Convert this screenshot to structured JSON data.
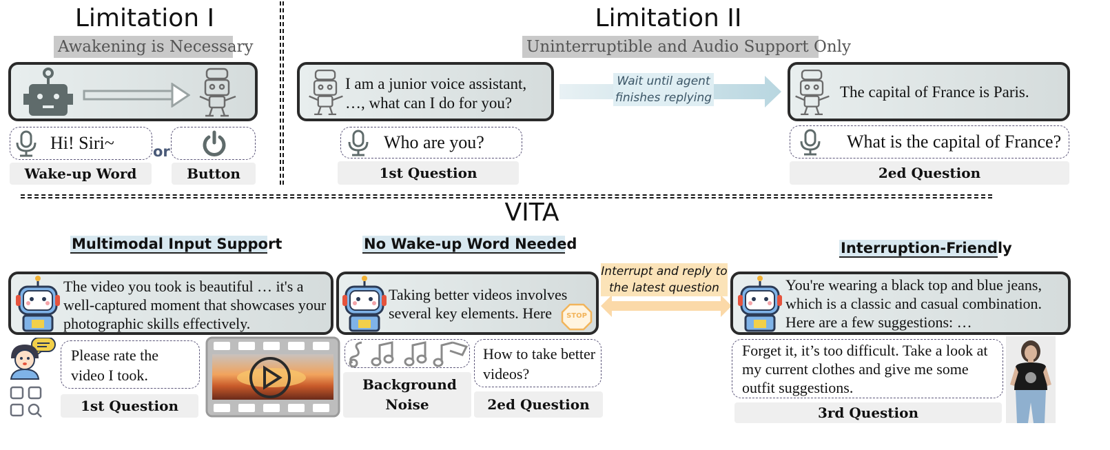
{
  "limitation1": {
    "title": "Limitation I",
    "subtitle": "Awakening is Necessary",
    "wake_text": "Hi! Siri~",
    "or_text": "or",
    "wake_label": "Wake-up Word",
    "button_label": "Button"
  },
  "limitation2": {
    "title": "Limitation II",
    "subtitle": "Uninterruptible and Audio Support Only",
    "agent_reply_1": "I am a junior voice assistant, …, what can I do for you?",
    "question_1": "Who are you?",
    "label_1": "1st Question",
    "wait_note": "Wait until agent finishes replying",
    "agent_reply_2": "The capital of France is Paris.",
    "question_2": "What is the capital of France?",
    "label_2": "2ed Question"
  },
  "vita": {
    "title": "VITA",
    "multimodal": {
      "title": "Multimodal Input Support",
      "agent_reply": "The video you took is beautiful … it's a well-captured moment that showcases your photographic skills effectively.",
      "question": "Please rate the video I took.",
      "label": "1st Question"
    },
    "no_wake": {
      "title": "No Wake-up Word Needed",
      "agent_reply": "Taking better videos involves several key elements. Here",
      "stop_text": "STOP",
      "noise_label": "Background Noise",
      "question": "How to take better videos?",
      "label": "2ed Question"
    },
    "interrupt_note": "Interrupt and reply to the latest question",
    "interruption": {
      "title": "Interruption-Friendly",
      "agent_reply": "You're wearing a black top and blue jeans, which is a classic and casual combination. Here are a few suggestions:  …",
      "question": "Forget it, it’s too difficult. Take a look at my current clothes and give me some outfit suggestions.",
      "label": "3rd Question"
    }
  },
  "colors": {
    "box_border": "#2a2a2a",
    "bubble_border": "#5a5478",
    "section_title_bg": "#d8e8f0",
    "orange_arrow": "#f5c67a",
    "blue_arrow": "#c5dde6",
    "icon_gray": "#5f6b6b"
  }
}
